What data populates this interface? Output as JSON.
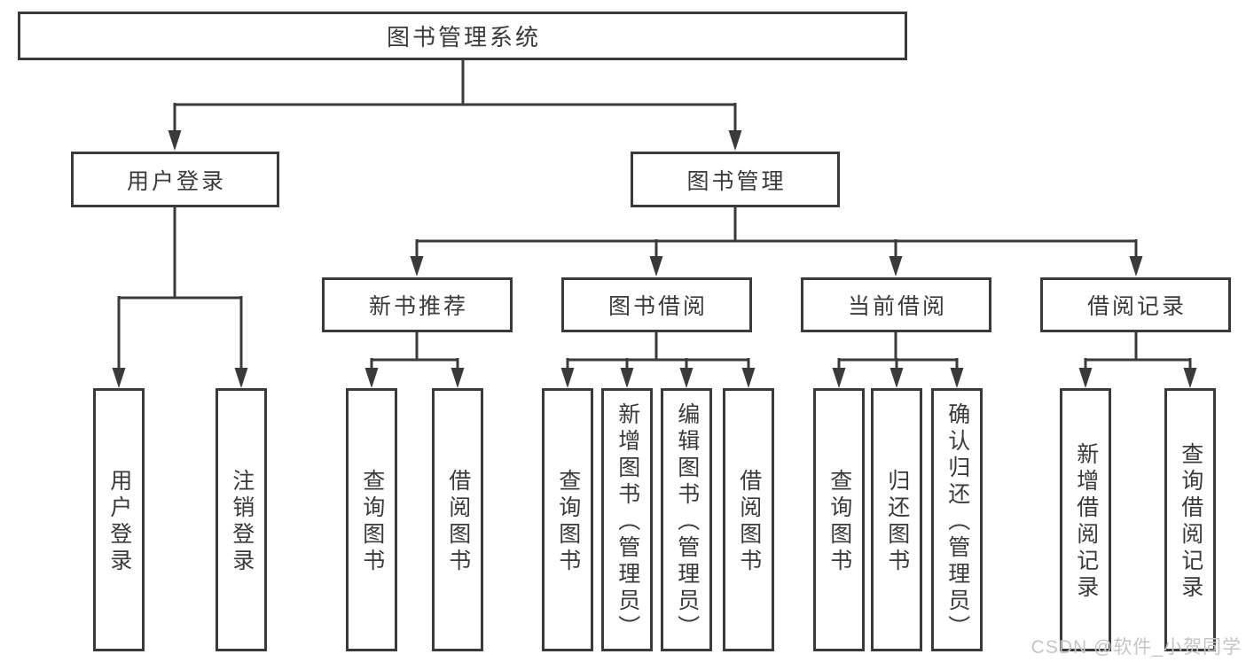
{
  "tree": {
    "root": {
      "label": "图书管理系统"
    },
    "user_login": {
      "label": "用户登录",
      "children": [
        {
          "label": "用户登录"
        },
        {
          "label": "注销登录"
        }
      ]
    },
    "book_management": {
      "label": "图书管理",
      "sections": [
        {
          "label": "新书推荐",
          "children": [
            {
              "label": "查询图书"
            },
            {
              "label": "借阅图书"
            }
          ]
        },
        {
          "label": "图书借阅",
          "children": [
            {
              "label": "查询图书"
            },
            {
              "label": "新增图书（管理员）"
            },
            {
              "label": "编辑图书（管理员）"
            },
            {
              "label": "借阅图书"
            }
          ]
        },
        {
          "label": "当前借阅",
          "children": [
            {
              "label": "查询图书"
            },
            {
              "label": "归还图书"
            },
            {
              "label": "确认归还（管理员）"
            }
          ]
        },
        {
          "label": "借阅记录",
          "children": [
            {
              "label": "新增借阅记录"
            },
            {
              "label": "查询借阅记录"
            }
          ]
        }
      ]
    }
  },
  "watermark": {
    "text": "CSDN @软件_小贺同学"
  },
  "colors": {
    "line": "#3a3a3a",
    "text": "#3a3a3a",
    "box_fill": "#ffffff",
    "background": "#ffffff",
    "watermark": "#c5c5c5"
  }
}
